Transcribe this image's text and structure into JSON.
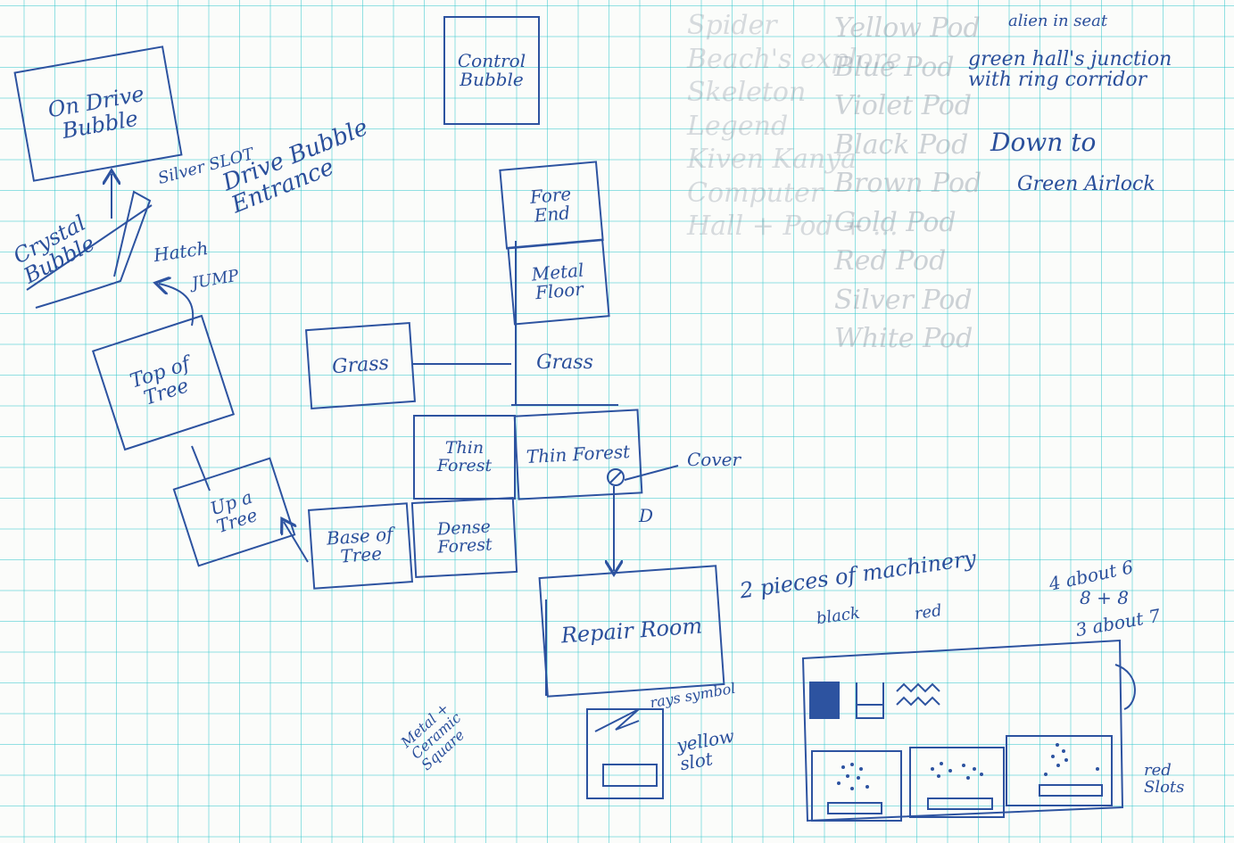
{
  "rooms": {
    "on_drive_bubble": "On Drive\nBubble",
    "control_bubble": "Control\nBubble",
    "fore_end": "Fore\nEnd",
    "metal_floor": "Metal\nFloor",
    "grass_left": "Grass",
    "grass_right": "Grass",
    "top_of_tree": "Top of\nTree",
    "up_a_tree": "Up a\nTree",
    "thin_forest_left": "Thin\nForest",
    "thin_forest_right": "Thin Forest",
    "base_of_tree": "Base of\nTree",
    "dense_forest": "Dense\nForest",
    "repair_room": "Repair Room"
  },
  "labels": {
    "crystal_bubble": "Crystal\nBubble",
    "hatch": "Hatch",
    "silver_slot": "Silver SLOT",
    "drive_bubble_entrance": "Drive Bubble\nEntrance",
    "jump": "JUMP",
    "cover": "Cover",
    "down": "D",
    "two_pieces_machinery": "2 pieces of machinery",
    "black": "black",
    "red": "red",
    "four_about_six": "4 about 6",
    "eight_plus_eight": "8 + 8",
    "three_about_seven": "3 about 7",
    "rays_symbol": "rays symbol",
    "yellow_slot": "yellow\nslot",
    "metal_ceramic_square": "Metal +\nCeramic\nSquare",
    "red_slots": "red\nSlots",
    "alien_in_seat": "alien in seat",
    "green_hall_note": "green hall's junction\nwith ring corridor",
    "down_to": "Down to",
    "green_airlock": "Green Airlock"
  },
  "ghost_text": {
    "column_one": "Spider\nBeach's explore\nSkeleton\nLegend\nKiven Kanya\nComputer\nHall + Pod + ...",
    "column_two": "Yellow Pod\nBlue Pod\nViolet Pod\nBlack Pod\nBrown Pod\nGold Pod\nRed Pod\nSilver Pod\nWhite Pod"
  },
  "colors": {
    "ink": "#2a4f9b",
    "grid": "#3cc8cd",
    "paper": "#fbfcfa"
  }
}
